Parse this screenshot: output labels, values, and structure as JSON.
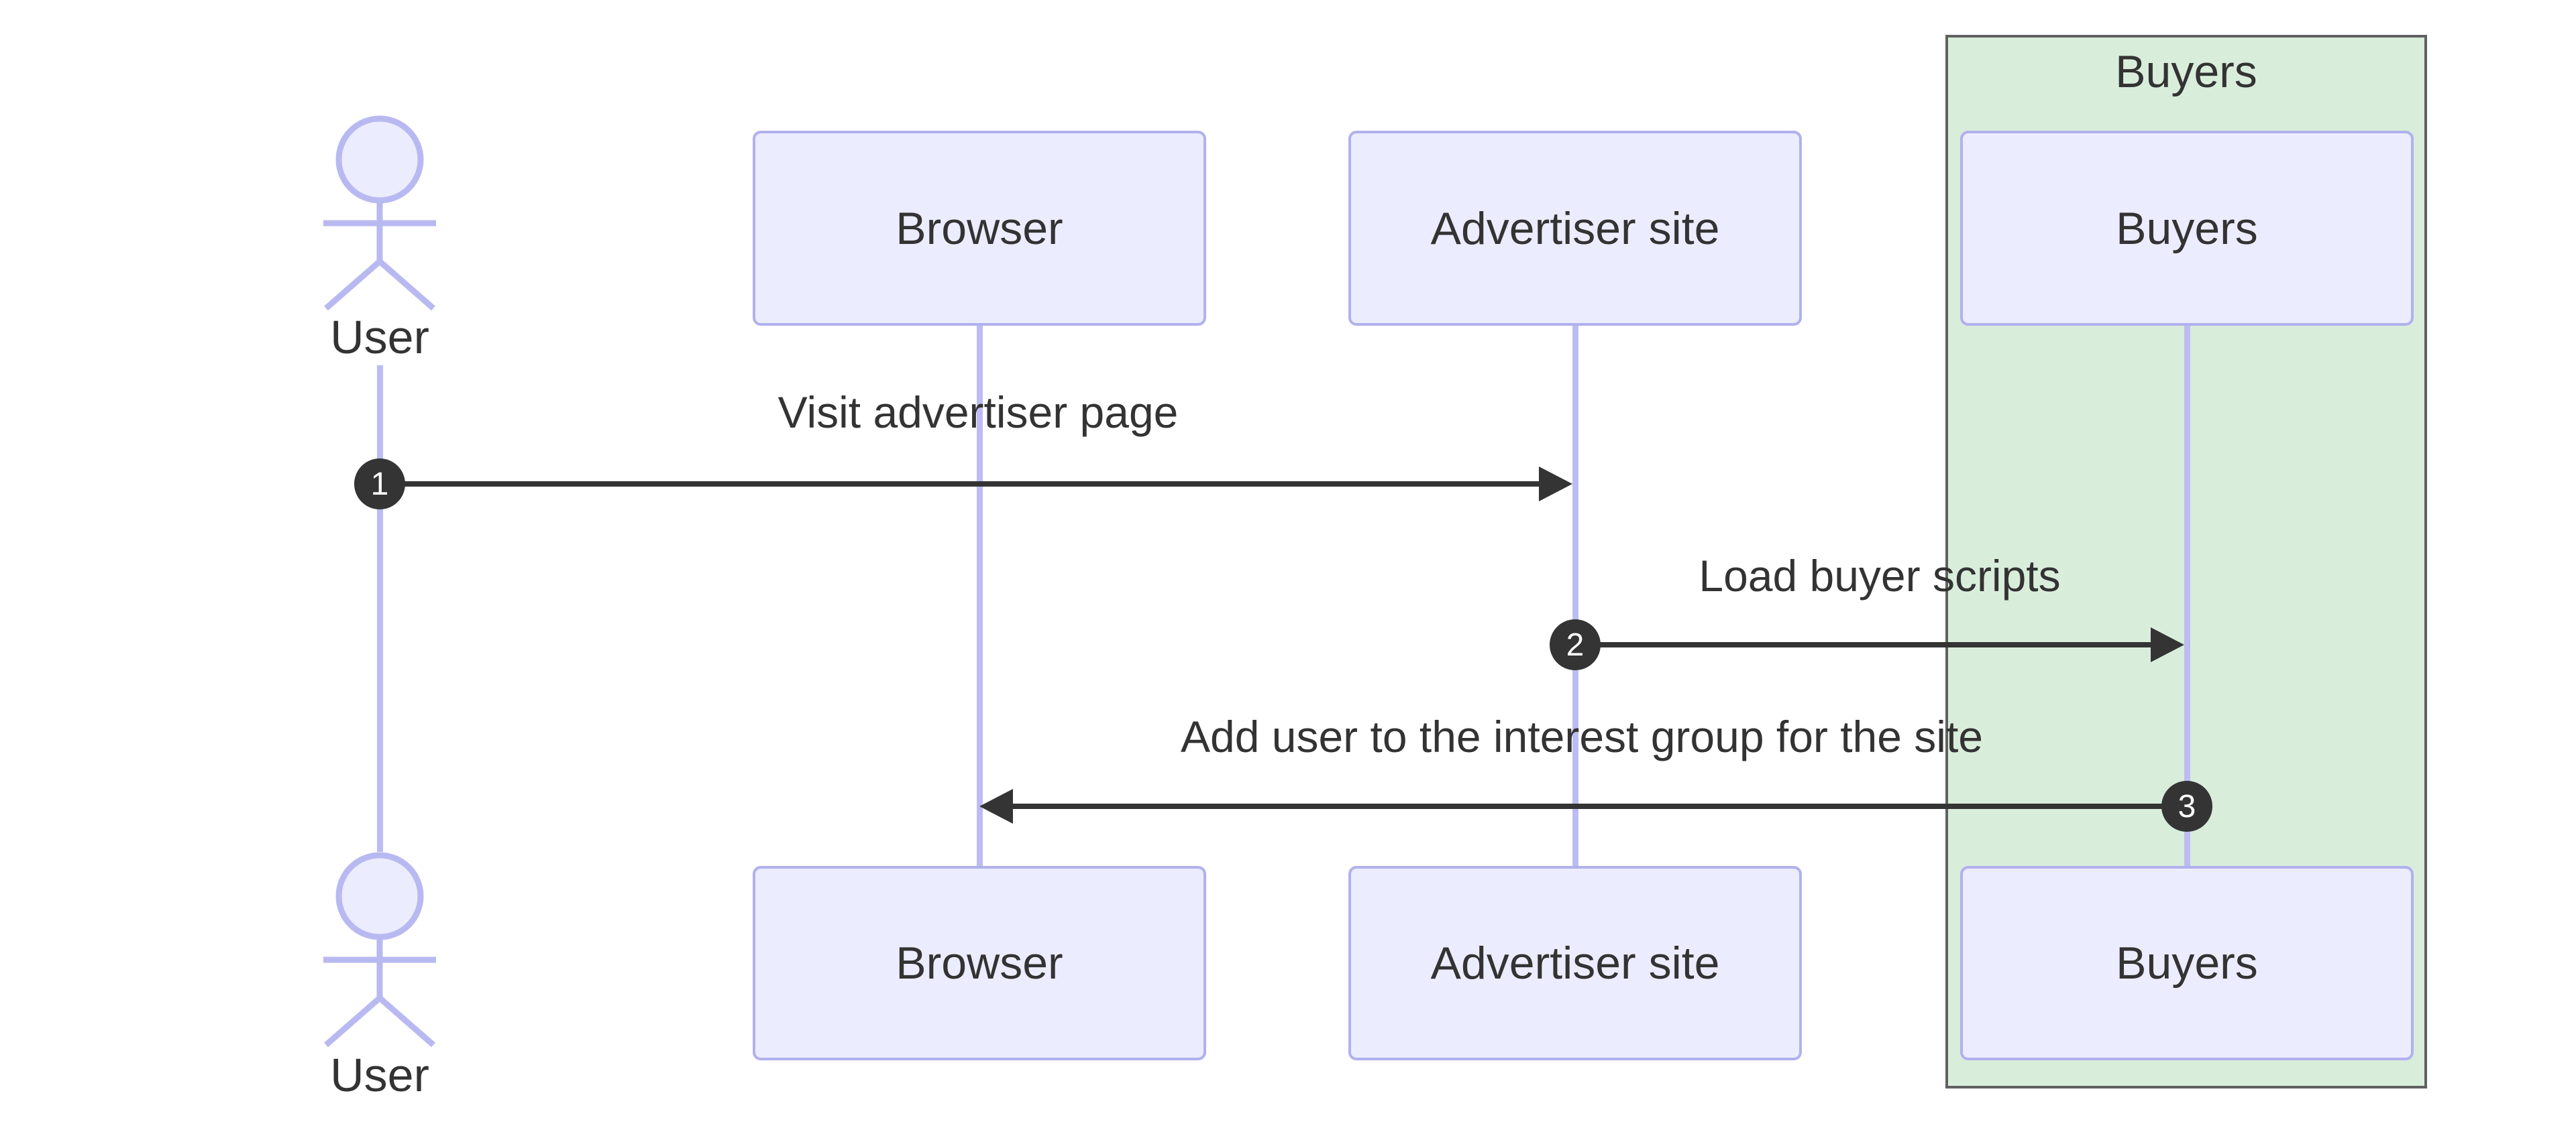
{
  "diagram": {
    "type": "sequence-diagram",
    "actor": {
      "label": "User"
    },
    "participants": [
      {
        "label": "Browser"
      },
      {
        "label": "Advertiser site"
      },
      {
        "label": "Buyers"
      }
    ],
    "group": {
      "label": "Buyers",
      "fill": "#d9eddb",
      "border": "#616161"
    },
    "messages": [
      {
        "number": "1",
        "label": "Visit advertiser page",
        "from": "User",
        "to": "Advertiser site"
      },
      {
        "number": "2",
        "label": "Load buyer scripts",
        "from": "Advertiser site",
        "to": "Buyers"
      },
      {
        "number": "3",
        "label": "Add user to the interest group for the site",
        "from": "Buyers",
        "to": "Browser"
      }
    ],
    "colors": {
      "participant_fill": "#ECECFF",
      "participant_border": "#b1b1ee",
      "lifeline": "#bcbcf4",
      "actor_stroke": "#b9b9f2",
      "message": "#343434",
      "text": "#333333",
      "number_fill": "#343434",
      "number_text": "#ffffff"
    }
  }
}
